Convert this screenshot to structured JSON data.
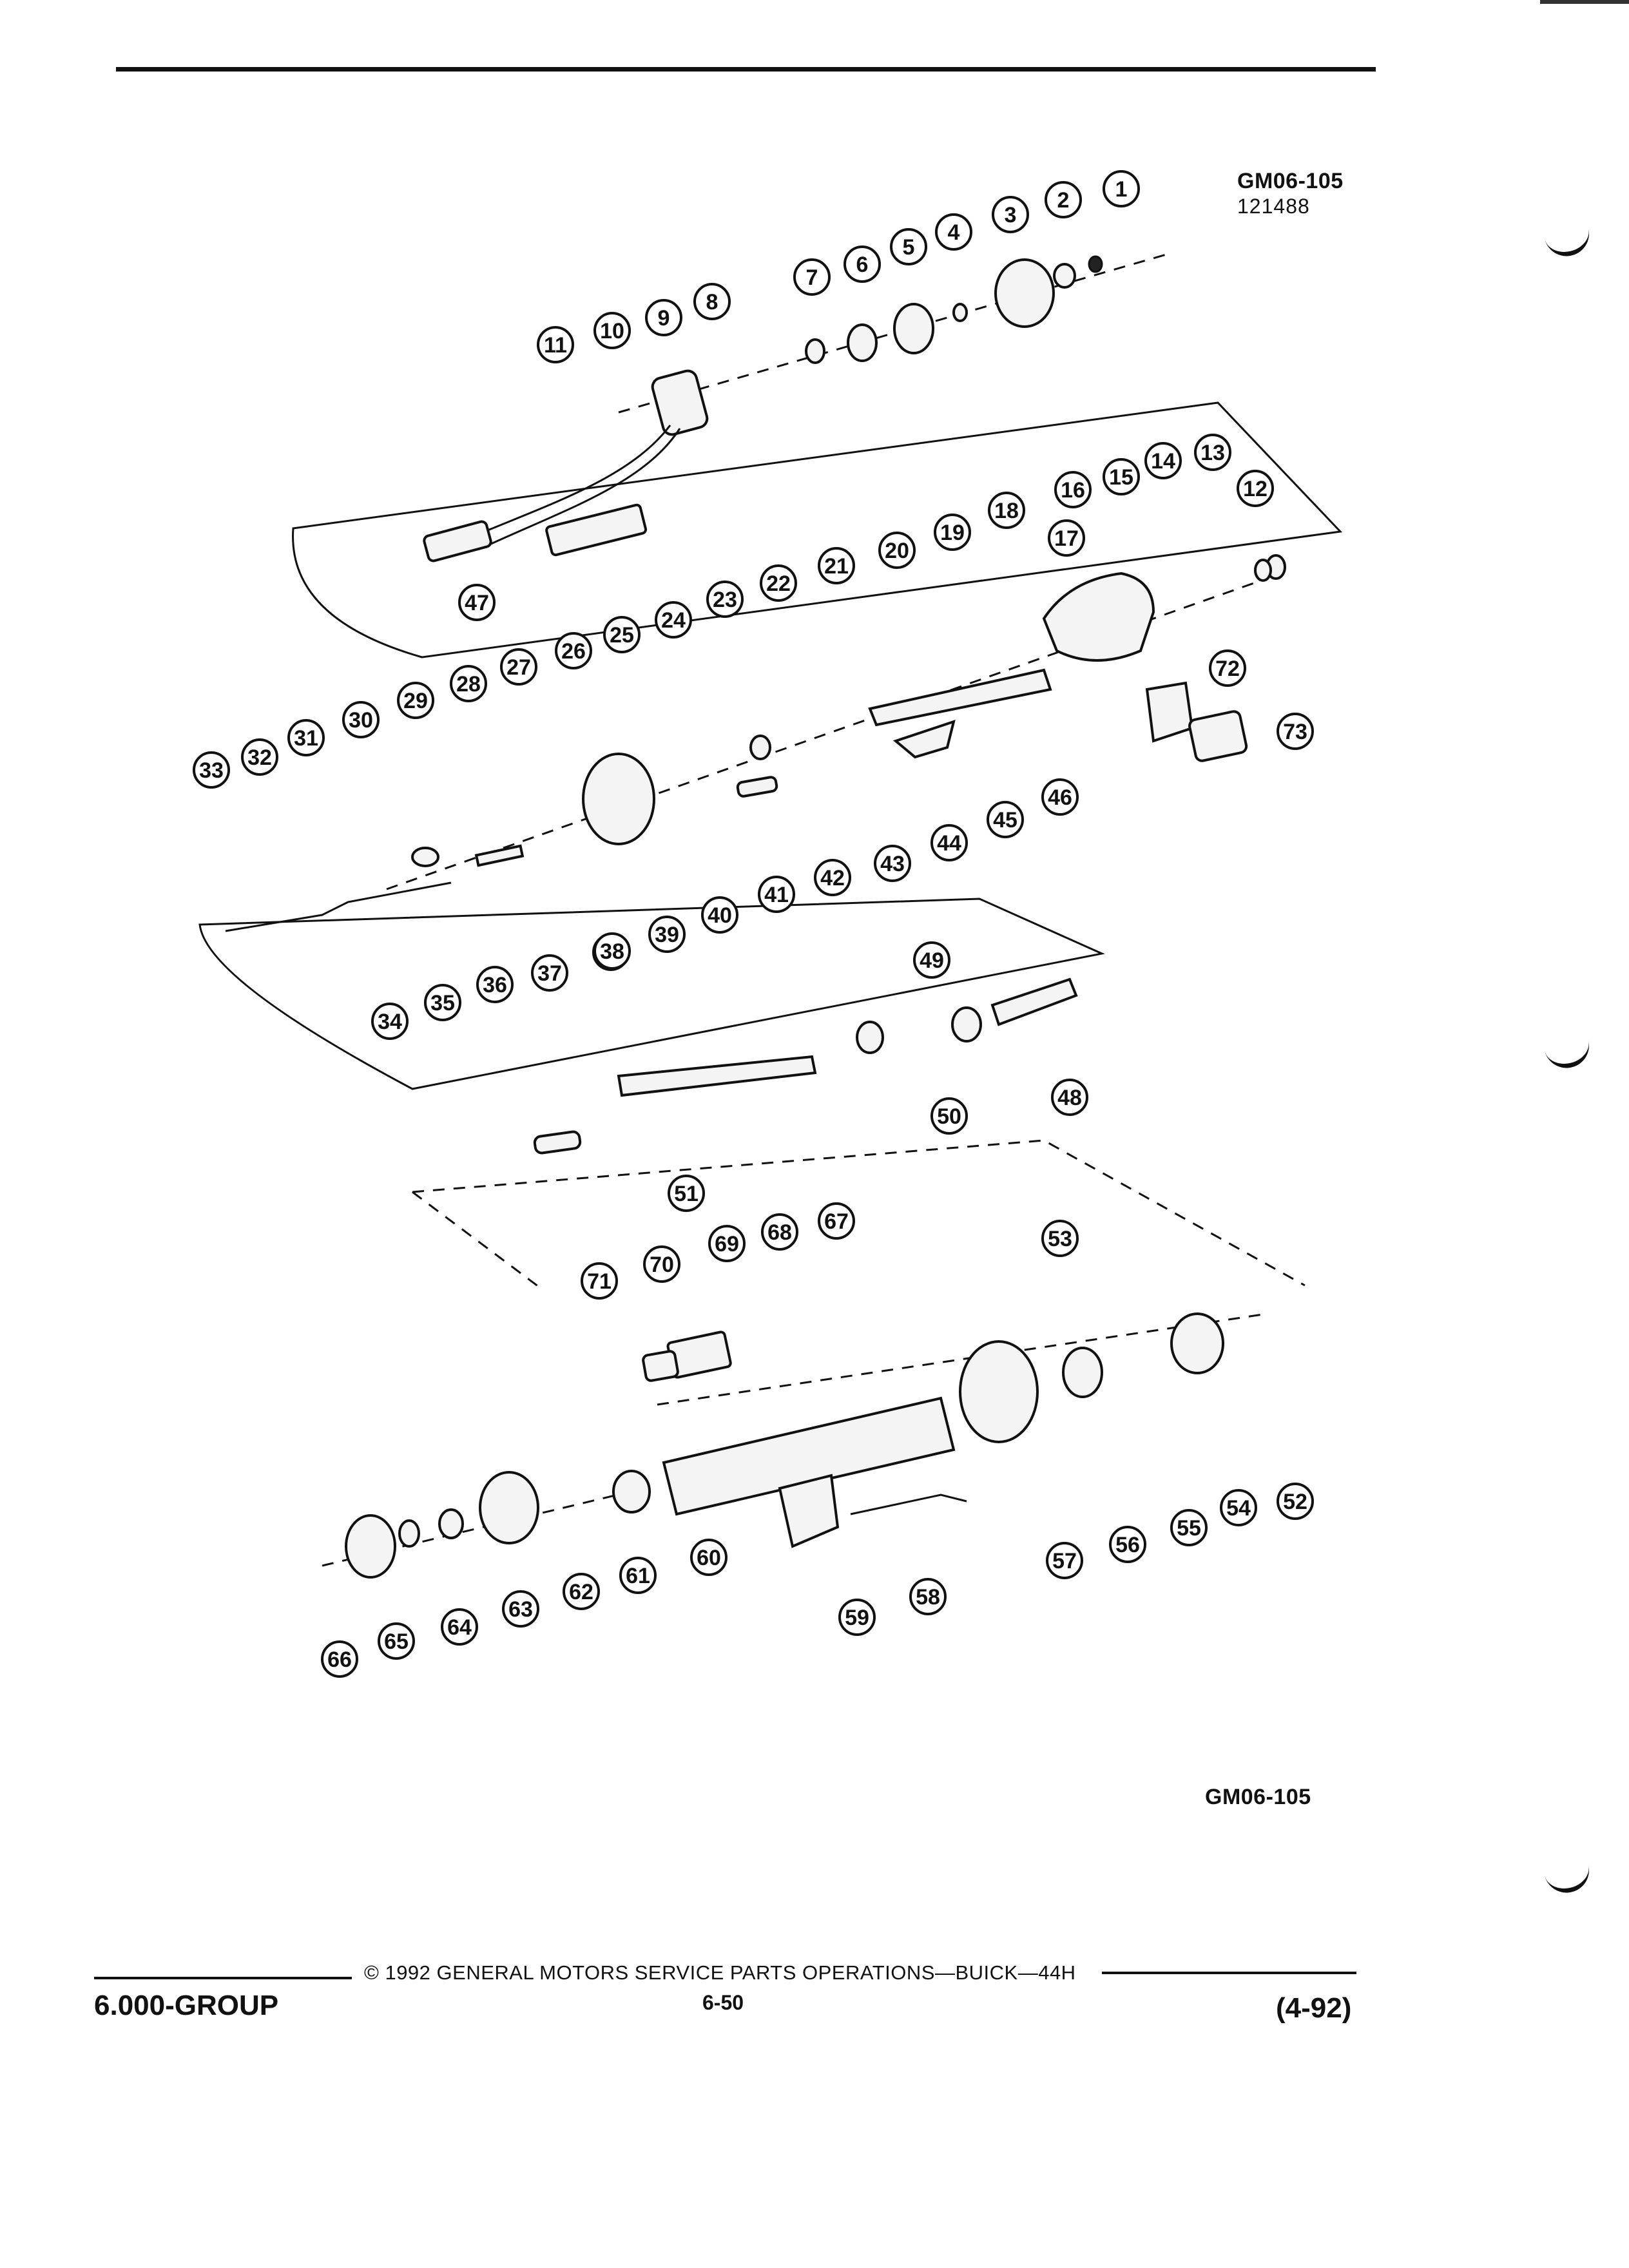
{
  "header": {
    "figure_id": "GM06-105",
    "figure_number": "121488"
  },
  "diagram": {
    "figure_id_bottom": "GM06-105",
    "callouts": [
      "1",
      "2",
      "3",
      "4",
      "5",
      "6",
      "7",
      "8",
      "9",
      "10",
      "11",
      "12",
      "13",
      "14",
      "15",
      "16",
      "17",
      "18",
      "19",
      "20",
      "21",
      "22",
      "23",
      "24",
      "25",
      "26",
      "27",
      "28",
      "28",
      "29",
      "30",
      "31",
      "32",
      "33",
      "34",
      "35",
      "36",
      "37",
      "38",
      "39",
      "40",
      "41",
      "42",
      "43",
      "44",
      "45",
      "46",
      "47",
      "48",
      "49",
      "50",
      "51",
      "52",
      "53",
      "54",
      "55",
      "56",
      "57",
      "58",
      "59",
      "60",
      "61",
      "62",
      "63",
      "64",
      "65",
      "66",
      "67",
      "68",
      "69",
      "70",
      "71",
      "72",
      "73"
    ]
  },
  "footer": {
    "group": "6.000-GROUP",
    "copyright": "© 1992 GENERAL MOTORS SERVICE PARTS OPERATIONS—BUICK—44H",
    "page": "6-50",
    "revision": "(4-92)"
  }
}
